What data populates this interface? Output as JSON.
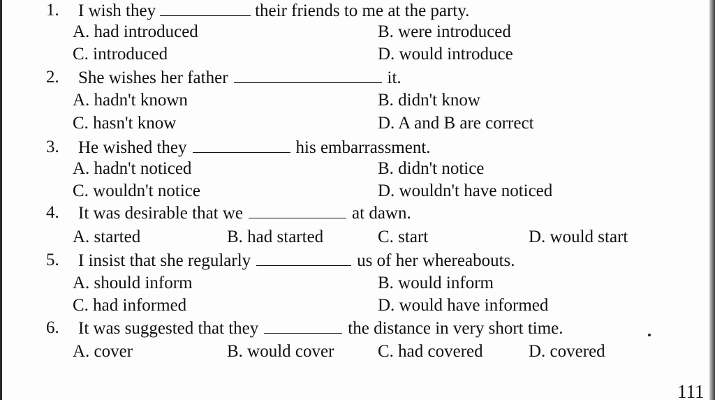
{
  "questions": [
    {
      "number": "1.",
      "before": "I wish they",
      "after": "their friends to me at the party.",
      "options": [
        "A. had introduced",
        "B. were introduced",
        "C. introduced",
        "D. would introduce"
      ]
    },
    {
      "number": "2.",
      "before": "She wishes her father",
      "after": "it.",
      "options": [
        "A. hadn't known",
        "B. didn't know",
        "C. hasn't know",
        "D. A and B are correct"
      ]
    },
    {
      "number": "3.",
      "before": "He wished they",
      "after": "his embarrassment.",
      "options": [
        "A. hadn't noticed",
        "B. didn't notice",
        "C. wouldn't notice",
        "D. wouldn't have noticed"
      ]
    },
    {
      "number": "4.",
      "before": "It was desirable that we",
      "after": "at dawn.",
      "options": [
        "A. started",
        "B. had started",
        "C. start",
        "D. would start"
      ]
    },
    {
      "number": "5.",
      "before": "I insist that she regularly",
      "after": "us of her whereabouts.",
      "options": [
        "A. should inform",
        "B. would inform",
        "C. had informed",
        "D. would have informed"
      ]
    },
    {
      "number": "6.",
      "before": "It was suggested that they",
      "after": "the distance in very short time.",
      "options": [
        "A. cover",
        "B. would cover",
        "C. had covered",
        "D. covered"
      ]
    }
  ],
  "page_number": "111"
}
